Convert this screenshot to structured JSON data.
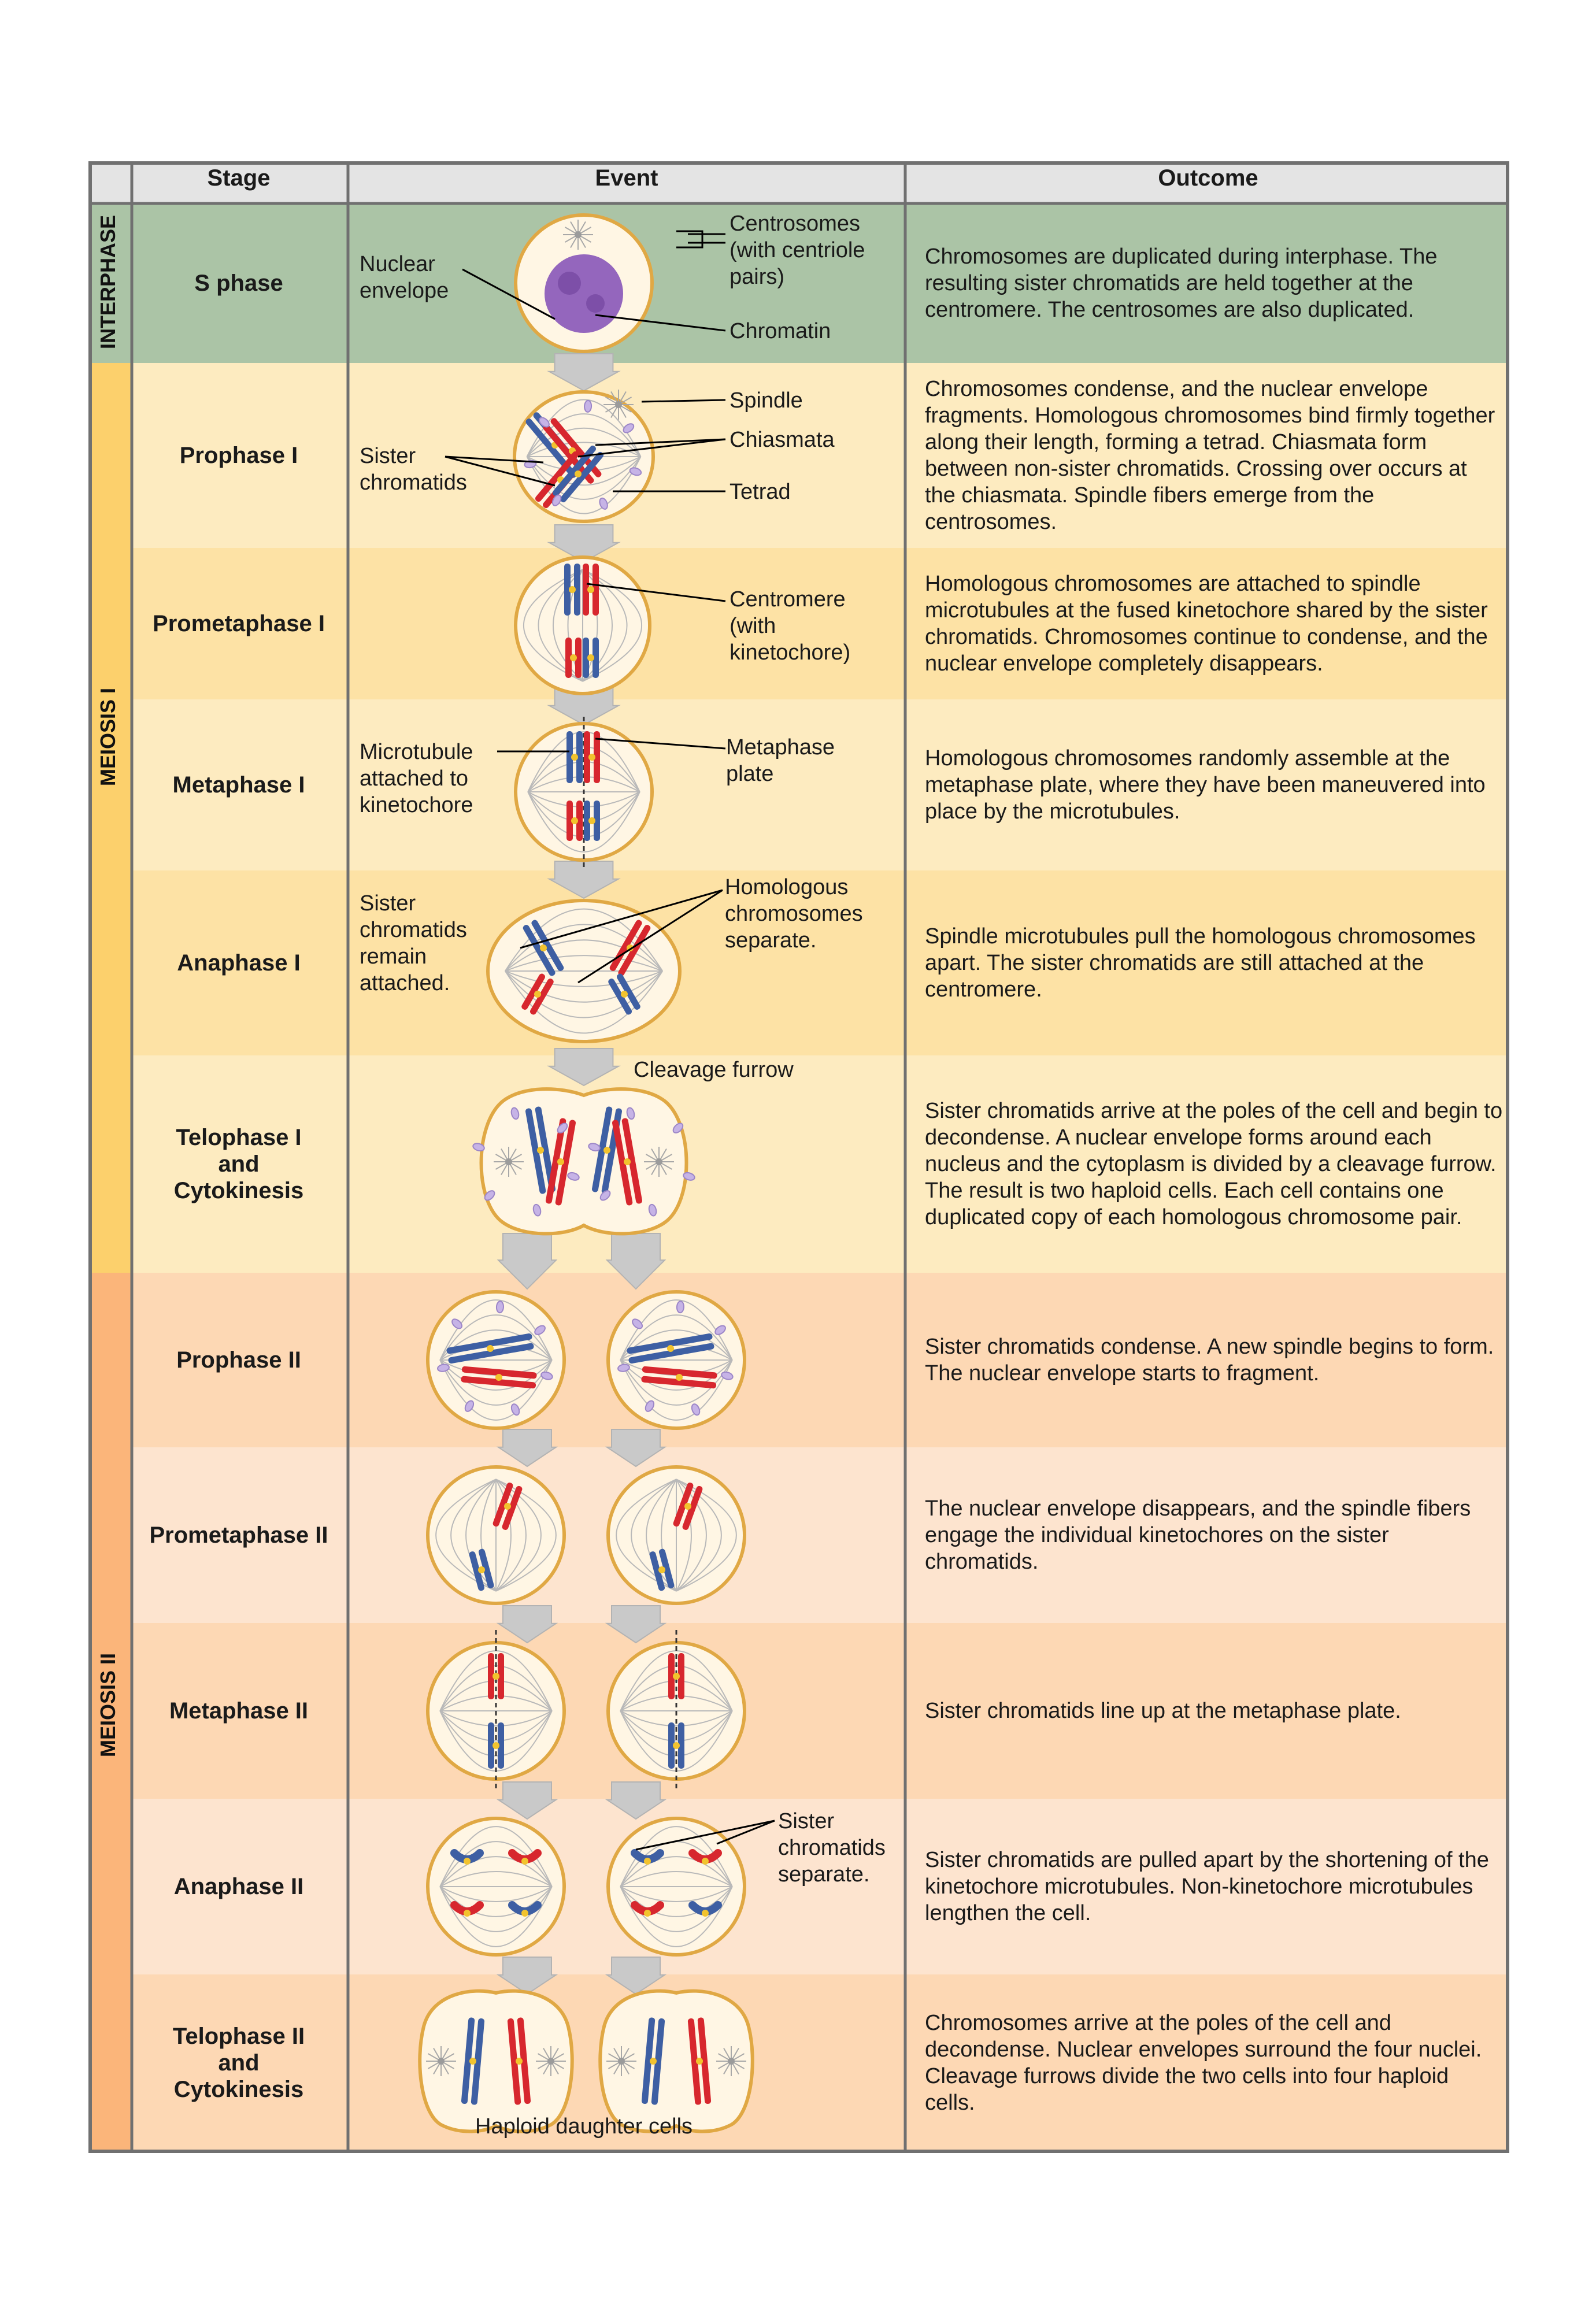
{
  "headers": {
    "stage": "Stage",
    "event": "Event",
    "outcome": "Outcome"
  },
  "phases": {
    "interphase": "INTERPHASE",
    "meiosis1": "MEIOSIS I",
    "meiosis2": "MEIOSIS II"
  },
  "stages": {
    "s_phase": "S phase",
    "prophase1": "Prophase I",
    "prometaphase1": "Prometaphase I",
    "metaphase1": "Metaphase I",
    "anaphase1": "Anaphase I",
    "telophase1": [
      "Telophase I",
      "and",
      "Cytokinesis"
    ],
    "prophase2": "Prophase II",
    "prometaphase2": "Prometaphase II",
    "metaphase2": "Metaphase II",
    "anaphase2": "Anaphase II",
    "telophase2": [
      "Telophase II",
      "and",
      "Cytokinesis"
    ]
  },
  "outcomes": {
    "s_phase": "Chromosomes are duplicated during interphase. The resulting sister chromatids are held together at the centromere. The centrosomes are also duplicated.",
    "prophase1": "Chromosomes condense, and the nuclear envelope fragments. Homologous chromosomes bind firmly together along their length, forming a tetrad. Chiasmata form between non-sister chromatids. Crossing over occurs at the chiasmata. Spindle fibers emerge from the centrosomes.",
    "prometaphase1": "Homologous chromosomes are attached to spindle microtubules at the fused kinetochore shared by the sister chromatids. Chromosomes continue to condense, and the nuclear envelope completely disappears.",
    "metaphase1": "Homologous chromosomes randomly assemble at the metaphase plate, where they have been maneuvered into place by the microtubules.",
    "anaphase1": "Spindle microtubules pull the homologous chromosomes apart. The sister chromatids are still attached at the centromere.",
    "telophase1": "Sister chromatids arrive at the poles of the cell and begin to decondense. A nuclear envelope forms around each nucleus and the cytoplasm is divided by a cleavage furrow. The result is two haploid cells. Each cell contains one duplicated copy of each homologous chromosome pair.",
    "prophase2": "Sister chromatids condense. A new spindle begins to form. The nuclear envelope starts to fragment.",
    "prometaphase2": "The nuclear envelope disappears, and the spindle fibers engage the individual kinetochores on the sister chromatids.",
    "metaphase2": "Sister chromatids line up at the metaphase plate.",
    "anaphase2": "Sister chromatids are pulled apart by the shortening of the kinetochore microtubules. Non-kinetochore microtubules lengthen the cell.",
    "telophase2": "Chromosomes arrive at the poles of the cell and decondense. Nuclear envelopes surround the four nuclei. Cleavage furrows divide the two cells into four haploid cells."
  },
  "labels": {
    "nuclear_envelope": [
      "Nuclear",
      "envelope"
    ],
    "centrosomes": [
      "Centrosomes",
      "(with centriole",
      "pairs)"
    ],
    "chromatin": "Chromatin",
    "spindle": "Spindle",
    "chiasmata": "Chiasmata",
    "sister_chromatids_p1": [
      "Sister",
      "chromatids"
    ],
    "tetrad": "Tetrad",
    "centromere": [
      "Centromere",
      "(with",
      "kinetochore)"
    ],
    "microtubule": [
      "Microtubule",
      "attached to",
      "kinetochore"
    ],
    "metaphase_plate": [
      "Metaphase",
      "plate"
    ],
    "sister_remain": [
      "Sister",
      "chromatids",
      "remain",
      "attached."
    ],
    "homologous_separate": [
      "Homologous",
      "chromosomes",
      "separate."
    ],
    "cleavage_furrow": "Cleavage furrow",
    "sister_separate": [
      "Sister",
      "chromatids",
      "separate."
    ],
    "haploid_cells": "Haploid daughter cells"
  },
  "colors": {
    "interphase_bg": "#abc4a6",
    "meiosis1_a": "#fdebc0",
    "meiosis1_b": "#fde2a5",
    "meiosis1_side": "#fcd06c",
    "meiosis2_a": "#fdd8b4",
    "meiosis2_b": "#fde4cf",
    "meiosis2_side": "#fbb57a",
    "header_bg": "#e4e4e4",
    "border": "#707070",
    "chromosome_red": "#d7272e",
    "chromosome_blue": "#3e5fa3",
    "chromatin_purple": "#9466bd",
    "cell_fill": "#fff6e4",
    "cell_edge": "#e0a844",
    "arrow": "#c9c9c9"
  }
}
